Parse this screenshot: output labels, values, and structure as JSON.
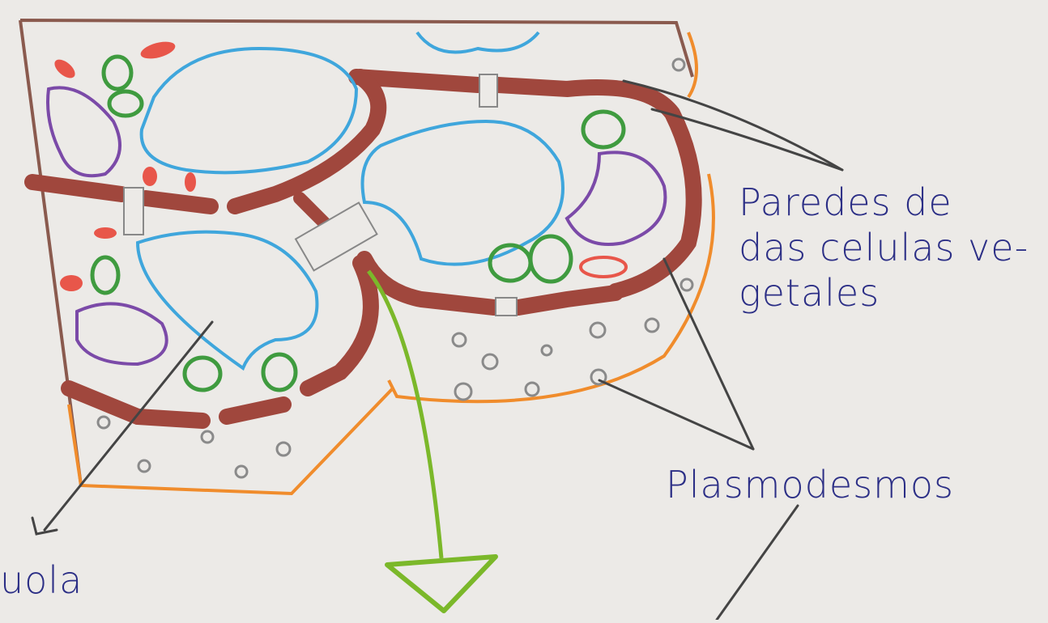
{
  "labels": {
    "cell_walls": "Paredes de das celulas ve-getales",
    "plasmodesmata": "Plasmodesmos",
    "vacuole": "uola"
  },
  "colors": {
    "paper": "#eceae7",
    "cell_wall": "#a0473d",
    "vacuole_outline": "#3fa6dc",
    "chloroplast": "#3f9b3f",
    "nucleus": "#7b4aa8",
    "membrane": "#f08c2c",
    "red_marks": "#e8564a",
    "arrow_green": "#7bb82a",
    "pencil": "#444444",
    "ink": "#2c2f86"
  }
}
